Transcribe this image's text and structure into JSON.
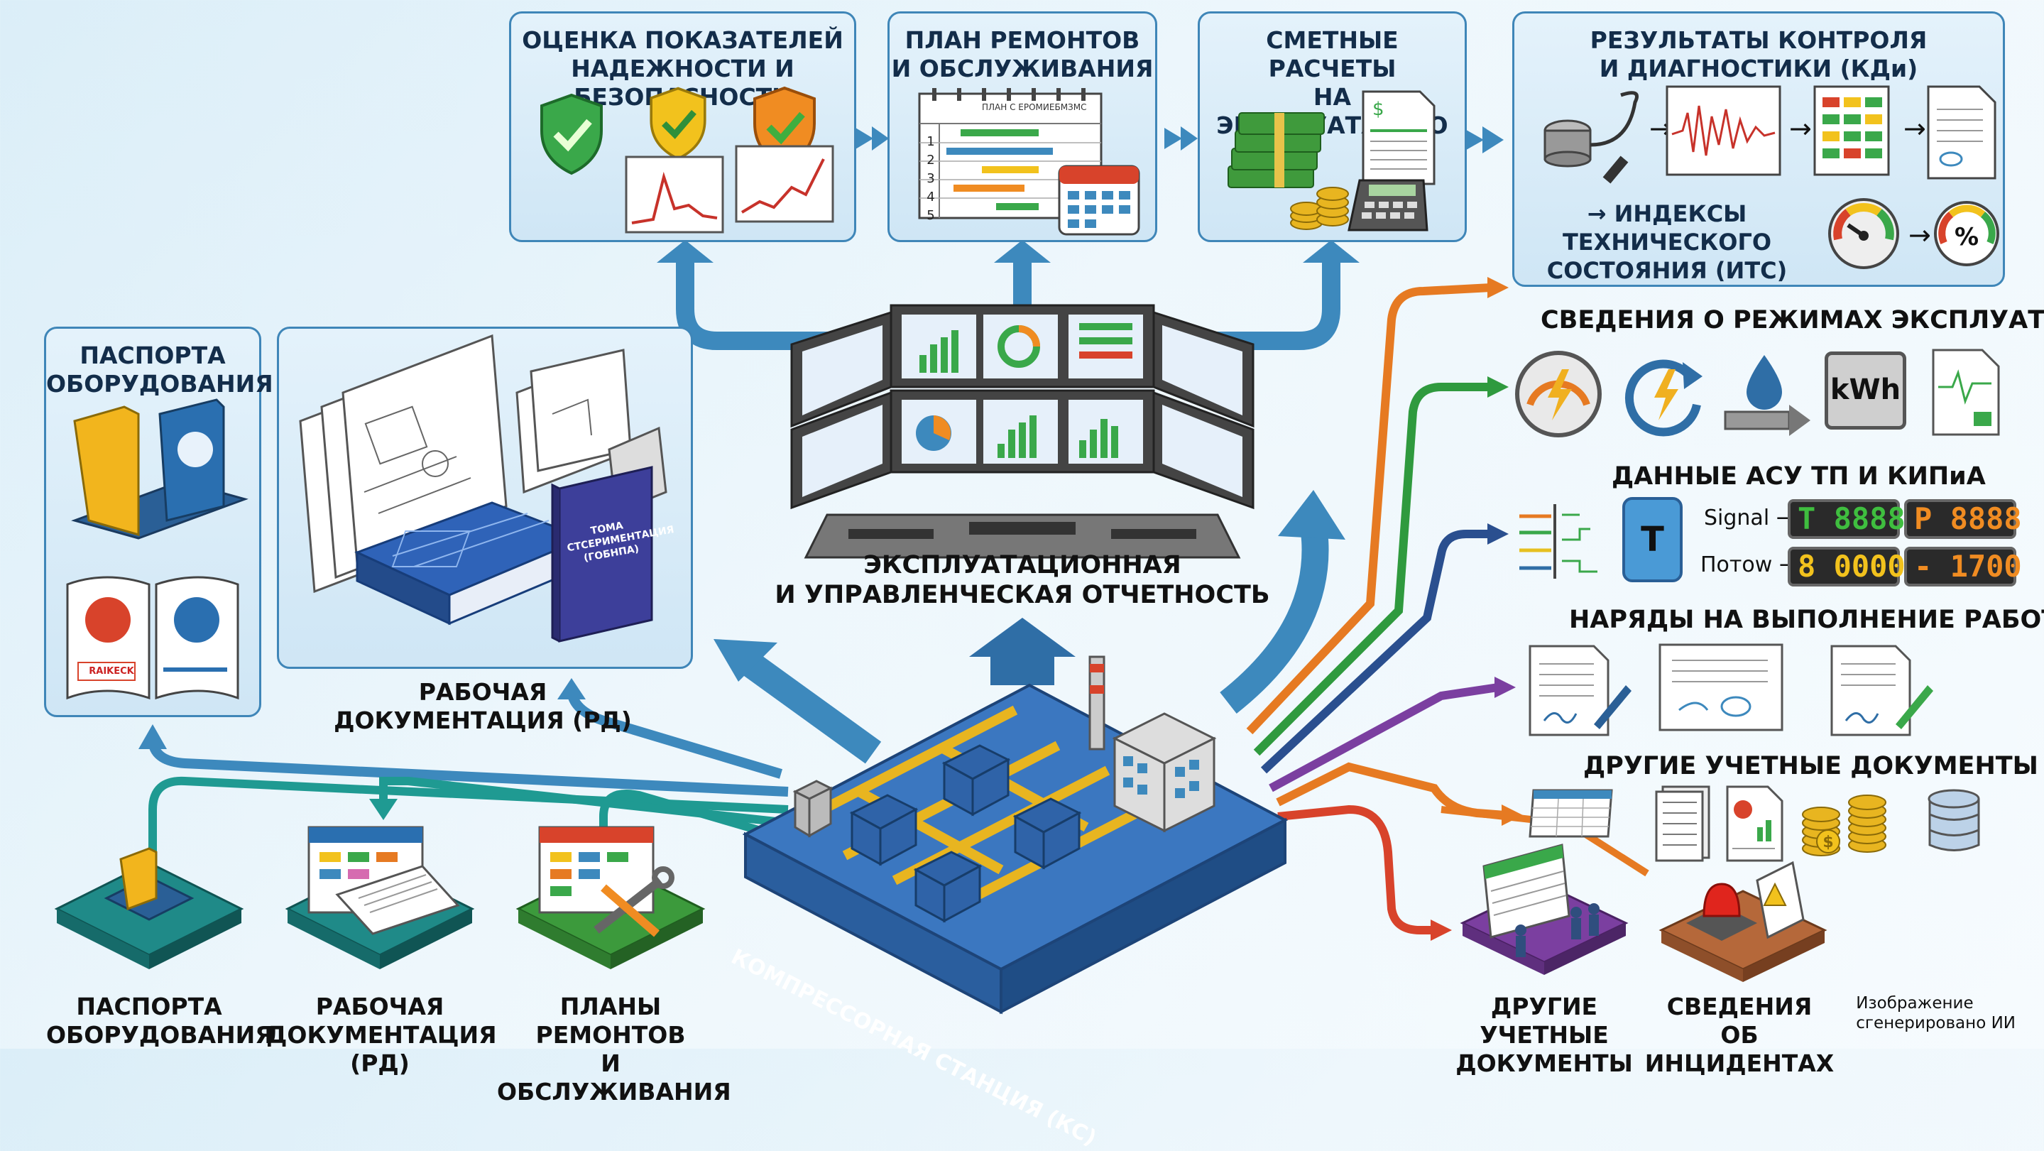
{
  "top_panels": {
    "reliability": "ОЦЕНКА ПОКАЗАТЕЛЕЙ\nНАДЕЖНОСТИ И БЕЗОПАСНОСТИ",
    "repair_plan": "ПЛАН РЕМОНТОВ\nИ ОБСЛУЖИВАНИЯ",
    "estimates": "СМЕТНЫЕ РАСЧЕТЫ\nНА ЭКСПЛУАТАЦИЮ",
    "diagnostics": "РЕЗУЛЬТАТЫ КОНТРОЛЯ\nИ ДИАГНОСТИКИ (КДи)",
    "its": "→ ИНДЕКСЫ ТЕХНИЧЕСКОГО\nСОСТОЯНИЯ (ИТС)"
  },
  "plan_sheet_title": "ПЛАН С ЕРОМИЕБМЗМС",
  "plan_rows": [
    "1",
    "2",
    "3",
    "4",
    "5"
  ],
  "left_panels": {
    "passports": "ПАСПОРТА\nОБОРУДОВАНИЯ",
    "working_docs": "РАБОЧАЯ\nДОКУМЕНТАЦИЯ (РД)",
    "book_title": "ТОМА\nСТСЕРИМЕНТАЦИЯ\n(ГОБНПА)",
    "passport_tag": "RAIKECK"
  },
  "center": {
    "reporting": "ЭКСПЛУАТАЦИОННАЯ\nИ УПРАВЛЕНЧЕСКАЯ ОТЧЕТНОСТЬ",
    "station": "КОМПРЕССОРНАЯ СТАНЦИЯ (КС)"
  },
  "right_sections": {
    "modes": "СВЕДЕНИЯ О РЕЖИМАХ ЭКСПЛУАТАЦИИ",
    "asu": "ДАННЫЕ АСУ ТП И КИПиА",
    "work_orders": "НАРЯДЫ НА ВЫПОЛНЕНИЕ РАБОТ",
    "other_docs": "ДРУГИЕ УЧЕТНЫЕ ДОКУМЕНТЫ"
  },
  "kwh": "kWh",
  "asu": {
    "t_label": "T",
    "signal_label": "Signal →",
    "flow_label": "Потоw →",
    "displays": [
      "T 8888",
      "P 8888",
      "8 0000",
      "- 1700"
    ]
  },
  "bottom_labels": {
    "passports": "ПАСПОРТА\nОБОРУДОВАНИЯ",
    "working_docs": "РАБОЧАЯ\nДОКУМЕНТАЦИЯ (РД)",
    "repair_plans": "ПЛАНЫ РЕМОНТОВ\nИ ОБСЛУЖИВАНИЯ",
    "other_docs": "ДРУГИЕ УЧЕТНЫЕ\nДОКУМЕНТЫ",
    "incidents": "СВЕДЕНИЯ\nОБ ИНЦИДЕНТАХ"
  },
  "footer": "Изображение\nсгенерировано ИИ",
  "colors": {
    "panel_border": "#3f86b8",
    "flow_blue": "#3d89bd",
    "line_orange": "#e67a22",
    "line_green": "#2f9a3e",
    "line_navy": "#2a4f8f",
    "line_purple": "#7b3fa0",
    "line_red": "#d8432b",
    "line_teal": "#1f9a92"
  }
}
